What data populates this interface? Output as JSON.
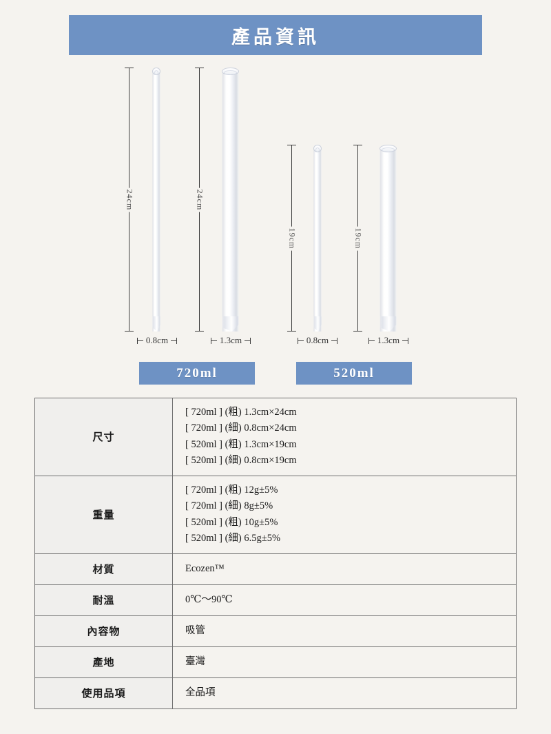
{
  "theme": {
    "accent_blue": "#6e92c4",
    "page_background": "#f5f3ef",
    "table_border": "#6e6e6e",
    "label_cell_background": "#f0efed"
  },
  "header": {
    "title": "產品資訊"
  },
  "diagram": {
    "straws": [
      {
        "id": "720-thin",
        "length_label": "24cm",
        "width_label": "0.8cm",
        "type": "thin"
      },
      {
        "id": "720-thick",
        "length_label": "24cm",
        "width_label": "1.3cm",
        "type": "thick"
      },
      {
        "id": "520-thin",
        "length_label": "19cm",
        "width_label": "0.8cm",
        "type": "thin"
      },
      {
        "id": "520-thick",
        "length_label": "19cm",
        "width_label": "1.3cm",
        "type": "thick"
      }
    ],
    "volume_badges": [
      {
        "label": "720ml"
      },
      {
        "label": "520ml"
      }
    ]
  },
  "spec_table": {
    "rows": [
      {
        "label": "尺寸",
        "lines": [
          "[ 720ml ] (粗) 1.3cm×24cm",
          "[ 720ml ] (細) 0.8cm×24cm",
          "[ 520ml ] (粗) 1.3cm×19cm",
          "[ 520ml ] (細) 0.8cm×19cm"
        ]
      },
      {
        "label": "重量",
        "lines": [
          "[ 720ml ] (粗) 12g±5%",
          "[ 720ml ] (細) 8g±5%",
          "[ 520ml ] (粗) 10g±5%",
          "[ 520ml ] (細) 6.5g±5%"
        ]
      },
      {
        "label": "材質",
        "lines": [
          "Ecozen™"
        ]
      },
      {
        "label": "耐溫",
        "lines": [
          "0℃～90℃"
        ]
      },
      {
        "label": "內容物",
        "lines": [
          "吸管"
        ]
      },
      {
        "label": "產地",
        "lines": [
          "臺灣"
        ]
      },
      {
        "label": "使用品項",
        "lines": [
          "全品項"
        ]
      }
    ]
  }
}
